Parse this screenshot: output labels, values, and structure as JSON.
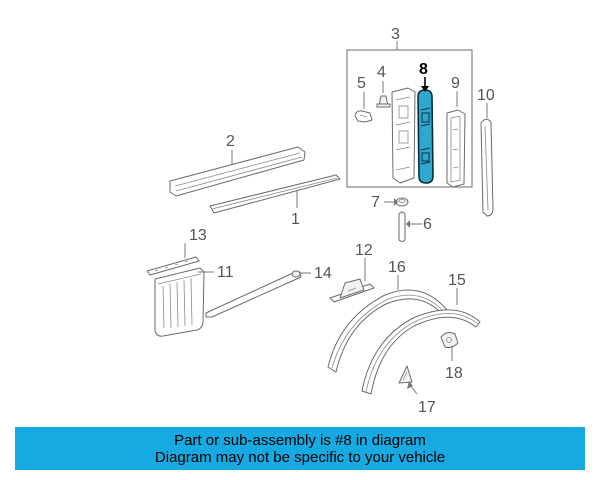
{
  "diagram": {
    "callouts": [
      {
        "id": "1",
        "label": "1"
      },
      {
        "id": "2",
        "label": "2"
      },
      {
        "id": "3",
        "label": "3"
      },
      {
        "id": "4",
        "label": "4"
      },
      {
        "id": "5",
        "label": "5"
      },
      {
        "id": "6",
        "label": "6"
      },
      {
        "id": "7",
        "label": "7"
      },
      {
        "id": "8",
        "label": "8"
      },
      {
        "id": "9",
        "label": "9"
      },
      {
        "id": "10",
        "label": "10"
      },
      {
        "id": "11",
        "label": "11"
      },
      {
        "id": "12",
        "label": "12"
      },
      {
        "id": "13",
        "label": "13"
      },
      {
        "id": "14",
        "label": "14"
      },
      {
        "id": "15",
        "label": "15"
      },
      {
        "id": "16",
        "label": "16"
      },
      {
        "id": "17",
        "label": "17"
      },
      {
        "id": "18",
        "label": "18"
      }
    ],
    "highlighted_part": "8",
    "highlight_color": "#2fa8cf"
  },
  "banner": {
    "line1": "Part or sub-assembly is #8 in diagram",
    "line2": "Diagram may not be specific to your vehicle",
    "background": "#17a9e1"
  }
}
